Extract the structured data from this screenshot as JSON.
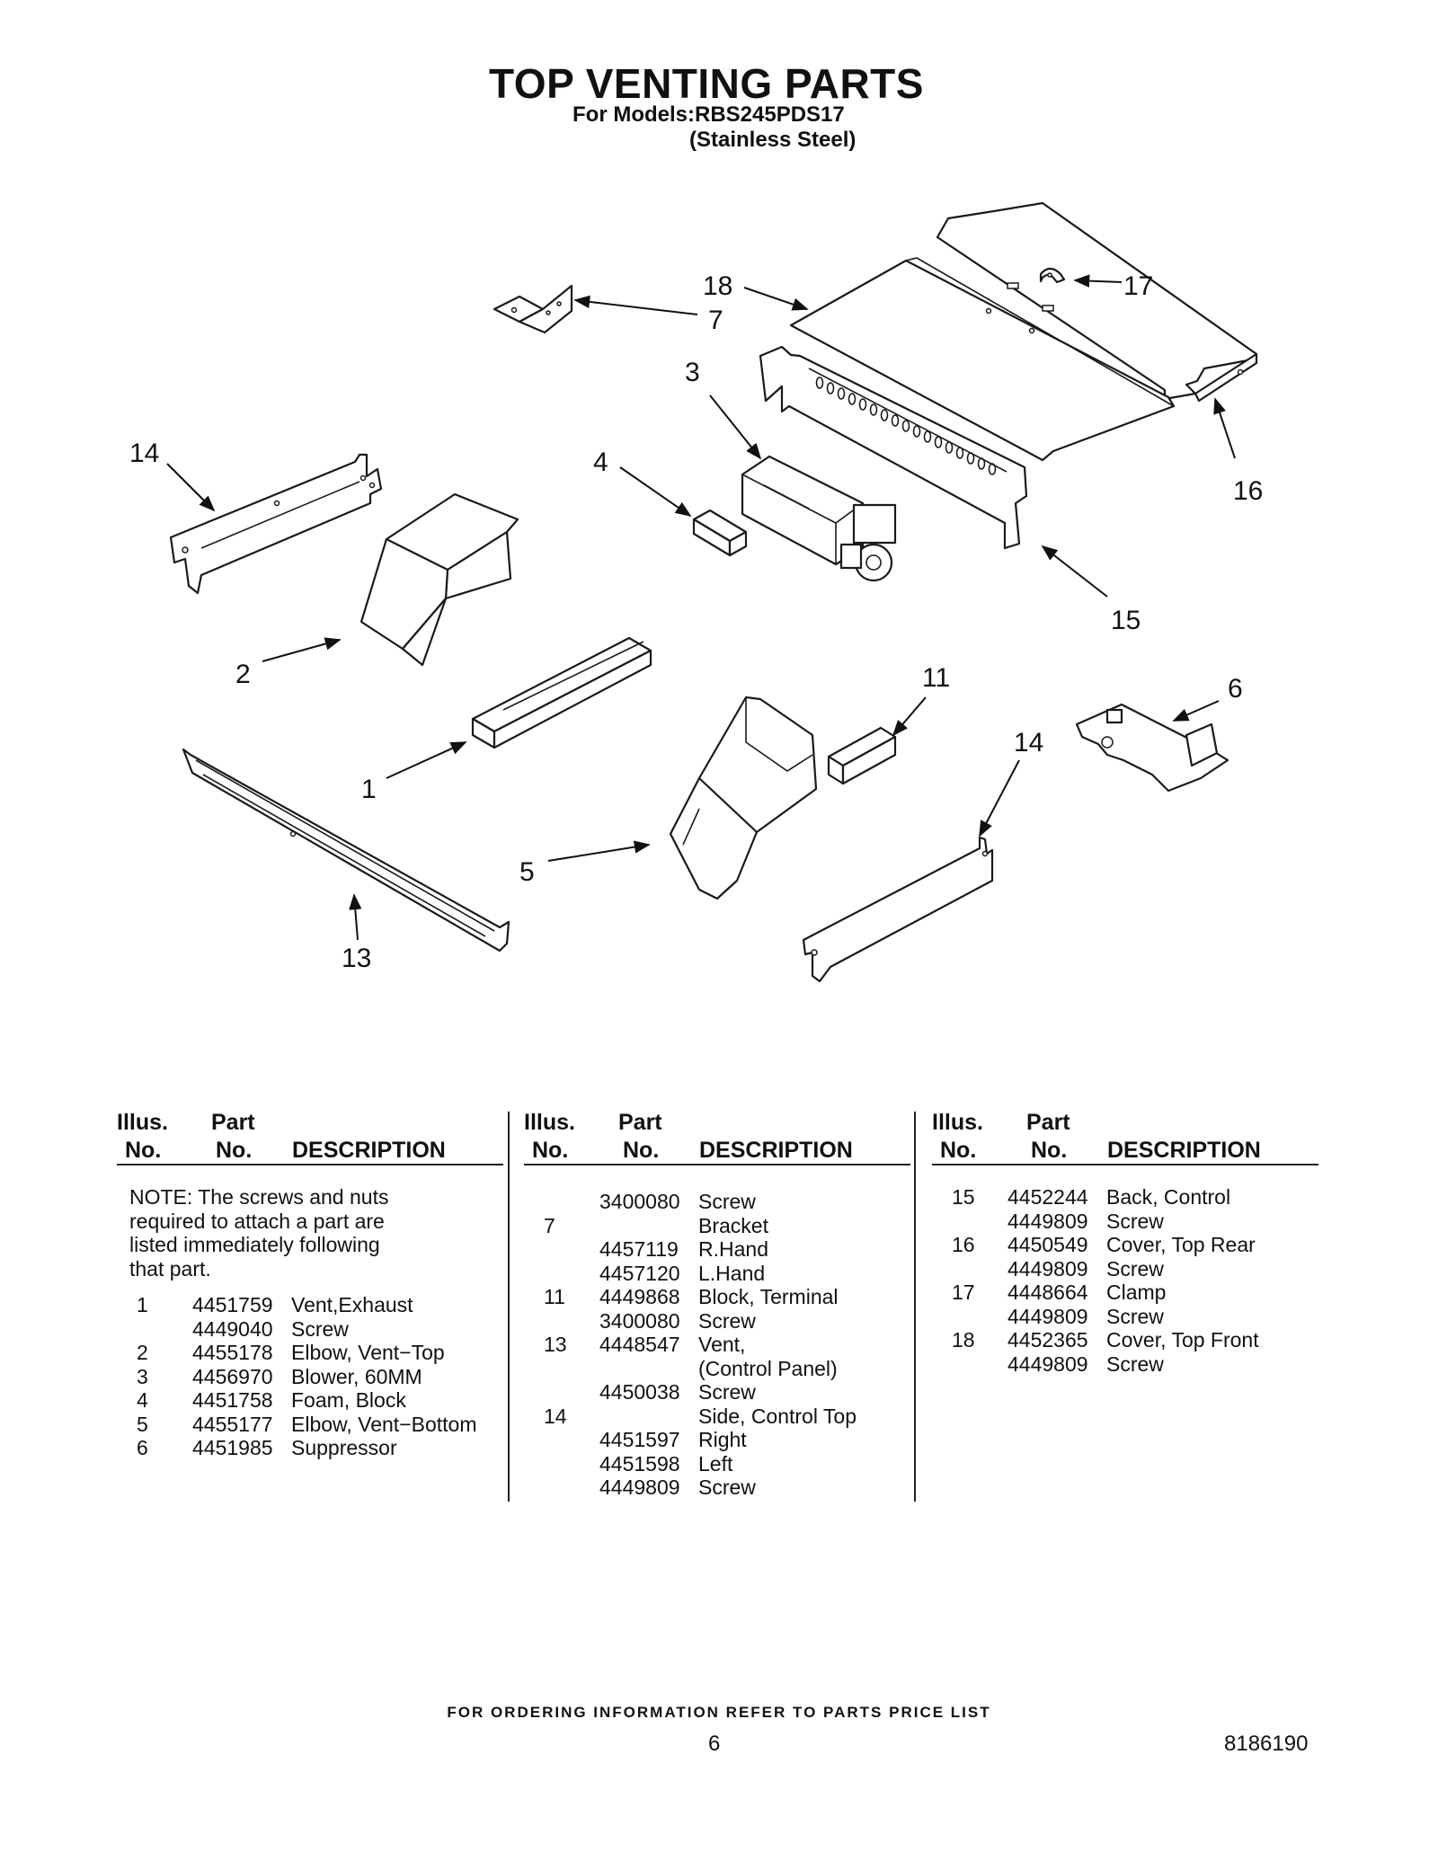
{
  "title": "TOP VENTING PARTS",
  "models_line1": "For Models:RBS245PDS17",
  "models_line2": "(Stainless Steel)",
  "callouts": [
    "18",
    "17",
    "7",
    "3",
    "14",
    "4",
    "16",
    "15",
    "2",
    "11",
    "6",
    "14",
    "1",
    "5",
    "13"
  ],
  "table_headers": {
    "illus": "Illus.",
    "no": "No.",
    "part": "Part",
    "part_no": "No.",
    "description": "DESCRIPTION"
  },
  "note": [
    "NOTE: The screws and nuts",
    "required to attach a part are",
    "listed immediately following",
    "that part."
  ],
  "column1": [
    {
      "illus": "1",
      "part": "4451759",
      "desc": "Vent,Exhaust"
    },
    {
      "illus": "",
      "part": "4449040",
      "desc": "Screw"
    },
    {
      "illus": "2",
      "part": "4455178",
      "desc": "Elbow, Vent−Top"
    },
    {
      "illus": "3",
      "part": "4456970",
      "desc": "Blower, 60MM"
    },
    {
      "illus": "4",
      "part": "4451758",
      "desc": "Foam, Block"
    },
    {
      "illus": "5",
      "part": "4455177",
      "desc": "Elbow, Vent−Bottom"
    },
    {
      "illus": "6",
      "part": "4451985",
      "desc": "Suppressor"
    }
  ],
  "column2": [
    {
      "illus": "",
      "part": "3400080",
      "desc": "Screw"
    },
    {
      "illus": "7",
      "part": "",
      "desc": "Bracket"
    },
    {
      "illus": "",
      "part": "4457119",
      "desc": "R.Hand"
    },
    {
      "illus": "",
      "part": "4457120",
      "desc": "L.Hand"
    },
    {
      "illus": "11",
      "part": "4449868",
      "desc": "Block, Terminal"
    },
    {
      "illus": "",
      "part": "3400080",
      "desc": "Screw"
    },
    {
      "illus": "13",
      "part": "4448547",
      "desc": "Vent,"
    },
    {
      "illus": "",
      "part": "",
      "desc": "(Control Panel)"
    },
    {
      "illus": "",
      "part": "4450038",
      "desc": "Screw"
    },
    {
      "illus": "14",
      "part": "",
      "desc": "Side, Control Top"
    },
    {
      "illus": "",
      "part": "4451597",
      "desc": "Right"
    },
    {
      "illus": "",
      "part": "4451598",
      "desc": "Left"
    },
    {
      "illus": "",
      "part": "4449809",
      "desc": "Screw"
    }
  ],
  "column3": [
    {
      "illus": "15",
      "part": "4452244",
      "desc": "Back, Control"
    },
    {
      "illus": "",
      "part": "4449809",
      "desc": "Screw"
    },
    {
      "illus": "16",
      "part": "4450549",
      "desc": "Cover, Top Rear"
    },
    {
      "illus": "",
      "part": "4449809",
      "desc": "Screw"
    },
    {
      "illus": "17",
      "part": "4448664",
      "desc": "Clamp"
    },
    {
      "illus": "",
      "part": "4449809",
      "desc": "Screw"
    },
    {
      "illus": "18",
      "part": "4452365",
      "desc": "Cover, Top Front"
    },
    {
      "illus": "",
      "part": "4449809",
      "desc": "Screw"
    }
  ],
  "footer": "FOR ORDERING INFORMATION REFER TO PARTS PRICE LIST",
  "page_number": "6",
  "document_number": "8186190"
}
